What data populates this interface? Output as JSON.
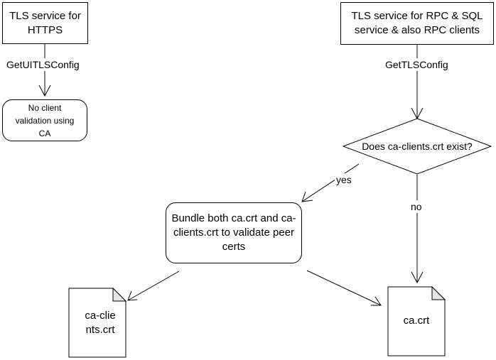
{
  "nodes": {
    "https_service": "TLS service for HTTPS",
    "no_client_validation": "No client validation using CA",
    "rpc_sql_service": "TLS service for RPC & SQL service & also RPC clients",
    "decision": "Does ca-clients.crt exist?",
    "bundle": "Bundle both ca.crt and ca-clients.crt to validate peer certs",
    "doc_ca_clients": "ca-clients.crt",
    "doc_ca": "ca.crt"
  },
  "edges": {
    "get_ui_tls_config": "GetUITLSConfig",
    "get_tls_config": "GetTLSConfig",
    "yes": "yes",
    "no": "no"
  }
}
